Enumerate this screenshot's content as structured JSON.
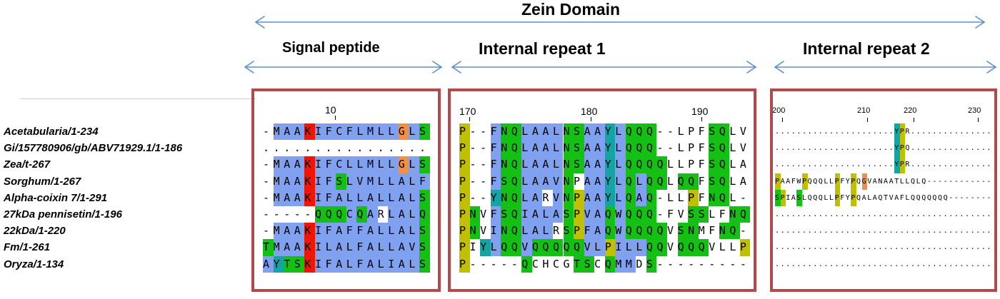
{
  "labels": {
    "zein_domain": "Zein Domain",
    "signal_peptide": "Signal peptide",
    "internal_repeat_1": "Internal repeat 1",
    "internal_repeat_2": "Internal repeat 2"
  },
  "sequence_names": [
    "Acetabularia/1-234",
    "Gi/157780906/gb/ABV71929.1/1-186",
    "Zea/t-267",
    "Sorghum/1-267",
    "Alpha-coixin 7/1-291",
    "27kDa pennisetin/1-196",
    "22kDa/1-220",
    "Fm/1-261",
    "Oryza/1-134"
  ],
  "rulers": {
    "signal": [
      "10"
    ],
    "repeat1": [
      "170",
      "180",
      "190"
    ],
    "repeat2": [
      "200",
      "210",
      "220",
      "230"
    ]
  },
  "colors": {
    "box_border": "#b4494b",
    "arrow": "#5b8fd4",
    "hydrophobic": "#80a0f0",
    "positive": "#f01505",
    "polar": "#15c015",
    "glycine": "#f09048",
    "proline": "#c0c000",
    "aromatic": "#15a4a4"
  },
  "alignments": {
    "signal": [
      "-MAAKIFCFLMLLGLS",
      "................",
      "-MAAKIFCLLMLLGLS",
      "-MAAKIFSLVMLLALF",
      "-MAAKIFALLALLALS",
      "-----QQQCQARLALQ",
      "-MAAKIFAFFALLALS",
      "TMAAKILALFALLAVS",
      "AYTSKIFALFALIALS"
    ],
    "repeat1": [
      "P--FNQLAALNSAAYLQQQ--LPFSQLV",
      "P--FNQLAALNSAAYLQQQ--LPFSQLV",
      "P--FNQLAALNSAAYLQQQQLLPFSQLA",
      "P--FSQLAAVNPAAYLQLQQLQQFSQLA",
      "P--YNQLARVNPAAYLQAQ-LLPFNQL-",
      "PNVFSQIALASPVAQWQQQ-FVSSLFNQ",
      "PNVINQLALRSPFAQWQQQQVSNMFNQ-",
      "PIYLQQVQQQQQVLPILLQQVQQQVLLP",
      "P-----QCHCGTSCQMMDS---------"
    ],
    "repeat2": [
      "......................YPR...............",
      "......................YPQ...............",
      "......................YPR...............",
      "PAAFWPQQQLLPFYPQGVANAATLLQLQ------------",
      "SPIASLQQQLLPFYPQALAQTVAFLQQQQQQQ--------",
      "........................................",
      "........................................",
      "........................................",
      "........................................"
    ]
  }
}
